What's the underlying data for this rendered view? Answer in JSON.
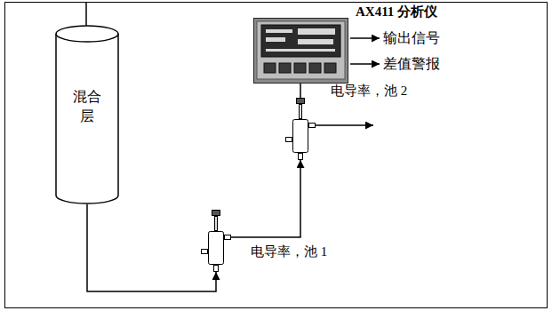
{
  "diagram": {
    "nodes": [
      {
        "text": [
          "混合 层"
        ]
      },
      {
        "text": [
          "电导率，池 1"
        ]
      },
      {
        "text": [
          "电导率，池 2"
        ]
      },
      {
        "text": [
          "AX411 分析仪"
        ]
      }
    ],
    "edges": [
      {
        "from": 0,
        "to": 1,
        "arrow": "to"
      },
      {
        "from": 1,
        "to": 2,
        "arrow": "to"
      },
      {
        "from": 2,
        "to": 3,
        "arrow": "none"
      }
    ],
    "labels": [
      "输出信号",
      "差值警报"
    ]
  }
}
